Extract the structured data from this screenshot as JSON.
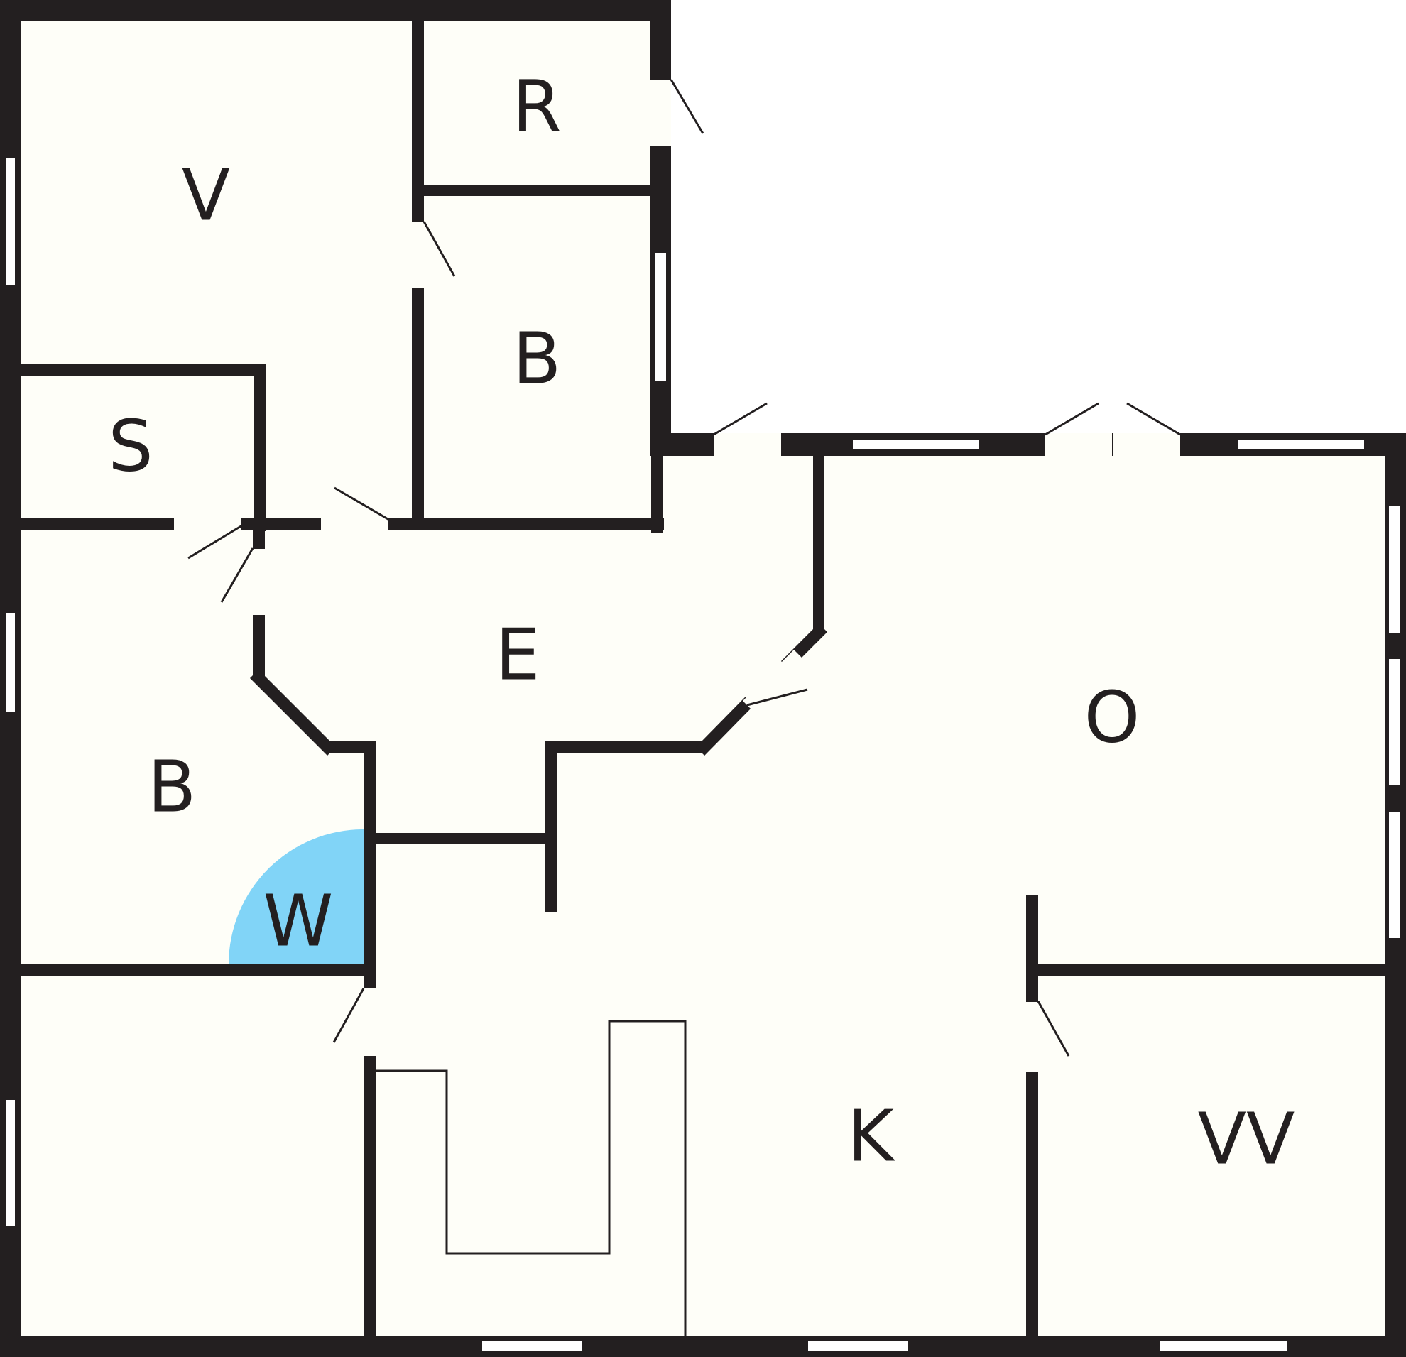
{
  "colors": {
    "wall": "#231f20",
    "floor": "#fefef8",
    "background": "#ffffff",
    "washer": "#81d4f7"
  },
  "rooms": {
    "v": "V",
    "r": "R",
    "b_upper": "B",
    "s": "S",
    "e": "E",
    "o": "O",
    "b_lower": "B",
    "w": "W",
    "k": "K",
    "vv": "VV"
  }
}
